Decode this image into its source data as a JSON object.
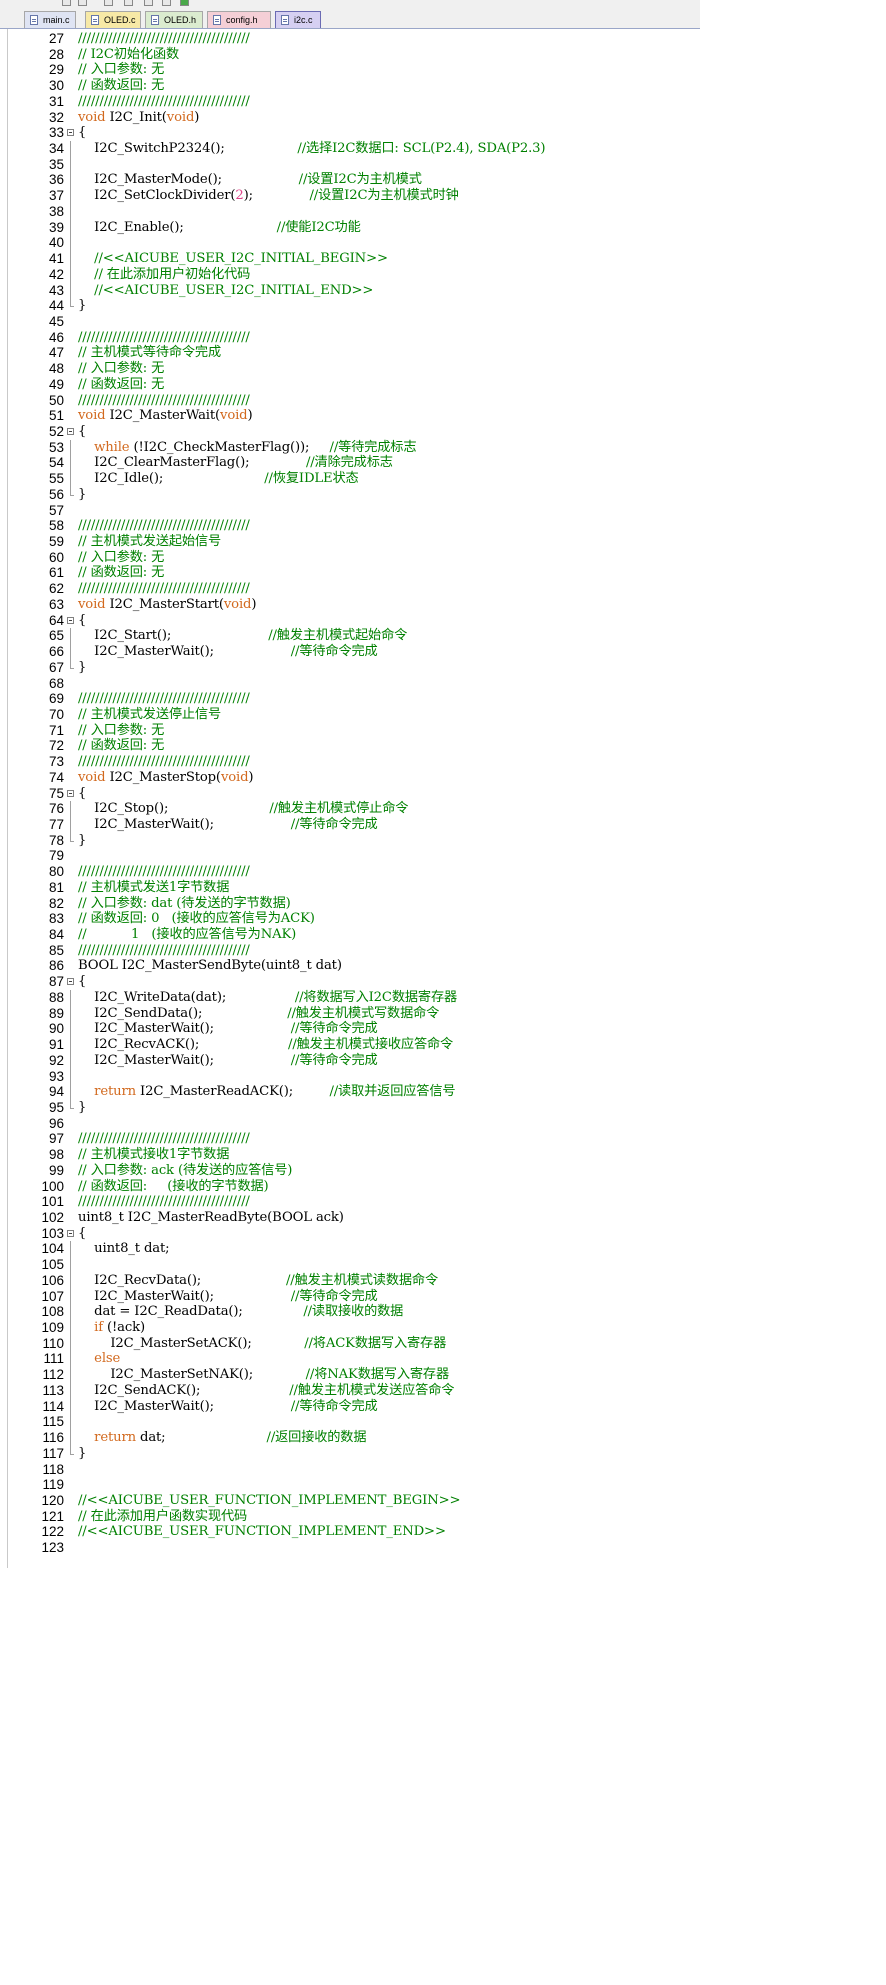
{
  "tabs": [
    {
      "label": "main.c"
    },
    {
      "label": "OLED.c"
    },
    {
      "label": "OLED.h"
    },
    {
      "label": "config.h"
    },
    {
      "label": "i2c.c"
    }
  ],
  "editor": {
    "active_file": "i2c.c",
    "colors": {
      "comment": "#008000",
      "keyword": "#d2691e",
      "number": "#e0458a",
      "text": "#000000"
    },
    "lines": [
      {
        "n": "27",
        "code": [
          {
            "t": "////////////////////////////////////////",
            "c": "cmt"
          }
        ]
      },
      {
        "n": "28",
        "code": [
          {
            "t": "// I2C初始化函数",
            "c": "cmt"
          }
        ]
      },
      {
        "n": "29",
        "code": [
          {
            "t": "// 入口参数: 无",
            "c": "cmt"
          }
        ]
      },
      {
        "n": "30",
        "code": [
          {
            "t": "// 函数返回: 无",
            "c": "cmt"
          }
        ]
      },
      {
        "n": "31",
        "code": [
          {
            "t": "////////////////////////////////////////",
            "c": "cmt"
          }
        ]
      },
      {
        "n": "32",
        "code": [
          {
            "t": "void",
            "c": "kw"
          },
          {
            "t": " I2C_Init("
          },
          {
            "t": "void",
            "c": "kw"
          },
          {
            "t": ")"
          }
        ]
      },
      {
        "n": "33",
        "fold": true,
        "code": [
          {
            "t": "{"
          }
        ]
      },
      {
        "n": "34",
        "bar": true,
        "code": [
          {
            "t": "    I2C_SwitchP2324();                  "
          },
          {
            "t": "//选择I2C数据口: SCL(P2.4), SDA(P2.3)",
            "c": "cmt"
          }
        ]
      },
      {
        "n": "35",
        "bar": true,
        "code": []
      },
      {
        "n": "36",
        "bar": true,
        "code": [
          {
            "t": "    I2C_MasterMode();                   "
          },
          {
            "t": "//设置I2C为主机模式",
            "c": "cmt"
          }
        ]
      },
      {
        "n": "37",
        "bar": true,
        "code": [
          {
            "t": "    I2C_SetClockDivider("
          },
          {
            "t": "2",
            "c": "num"
          },
          {
            "t": ");              "
          },
          {
            "t": "//设置I2C为主机模式时钟",
            "c": "cmt"
          }
        ]
      },
      {
        "n": "38",
        "bar": true,
        "code": []
      },
      {
        "n": "39",
        "bar": true,
        "code": [
          {
            "t": "    I2C_Enable();                       "
          },
          {
            "t": "//使能I2C功能",
            "c": "cmt"
          }
        ]
      },
      {
        "n": "40",
        "bar": true,
        "code": []
      },
      {
        "n": "41",
        "bar": true,
        "code": [
          {
            "t": "    //<<AICUBE_USER_I2C_INITIAL_BEGIN>>",
            "c": "cmt"
          }
        ]
      },
      {
        "n": "42",
        "bar": true,
        "code": [
          {
            "t": "    // 在此添加用户初始化代码",
            "c": "cmt"
          }
        ]
      },
      {
        "n": "43",
        "bar": true,
        "code": [
          {
            "t": "    //<<AICUBE_USER_I2C_INITIAL_END>>",
            "c": "cmt"
          }
        ]
      },
      {
        "n": "44",
        "end": true,
        "code": [
          {
            "t": "}"
          }
        ]
      },
      {
        "n": "45",
        "code": []
      },
      {
        "n": "46",
        "code": [
          {
            "t": "////////////////////////////////////////",
            "c": "cmt"
          }
        ]
      },
      {
        "n": "47",
        "code": [
          {
            "t": "// 主机模式等待命令完成",
            "c": "cmt"
          }
        ]
      },
      {
        "n": "48",
        "code": [
          {
            "t": "// 入口参数: 无",
            "c": "cmt"
          }
        ]
      },
      {
        "n": "49",
        "code": [
          {
            "t": "// 函数返回: 无",
            "c": "cmt"
          }
        ]
      },
      {
        "n": "50",
        "code": [
          {
            "t": "////////////////////////////////////////",
            "c": "cmt"
          }
        ]
      },
      {
        "n": "51",
        "code": [
          {
            "t": "void",
            "c": "kw"
          },
          {
            "t": " I2C_MasterWait("
          },
          {
            "t": "void",
            "c": "kw"
          },
          {
            "t": ")"
          }
        ]
      },
      {
        "n": "52",
        "fold": true,
        "code": [
          {
            "t": "{"
          }
        ]
      },
      {
        "n": "53",
        "bar": true,
        "code": [
          {
            "t": "    "
          },
          {
            "t": "while",
            "c": "kw"
          },
          {
            "t": " (!I2C_CheckMasterFlag());     "
          },
          {
            "t": "//等待完成标志",
            "c": "cmt"
          }
        ]
      },
      {
        "n": "54",
        "bar": true,
        "code": [
          {
            "t": "    I2C_ClearMasterFlag();              "
          },
          {
            "t": "//清除完成标志",
            "c": "cmt"
          }
        ]
      },
      {
        "n": "55",
        "bar": true,
        "code": [
          {
            "t": "    I2C_Idle();                         "
          },
          {
            "t": "//恢复IDLE状态",
            "c": "cmt"
          }
        ]
      },
      {
        "n": "56",
        "end": true,
        "code": [
          {
            "t": "}"
          }
        ]
      },
      {
        "n": "57",
        "code": []
      },
      {
        "n": "58",
        "code": [
          {
            "t": "////////////////////////////////////////",
            "c": "cmt"
          }
        ]
      },
      {
        "n": "59",
        "code": [
          {
            "t": "// 主机模式发送起始信号",
            "c": "cmt"
          }
        ]
      },
      {
        "n": "60",
        "code": [
          {
            "t": "// 入口参数: 无",
            "c": "cmt"
          }
        ]
      },
      {
        "n": "61",
        "code": [
          {
            "t": "// 函数返回: 无",
            "c": "cmt"
          }
        ]
      },
      {
        "n": "62",
        "code": [
          {
            "t": "////////////////////////////////////////",
            "c": "cmt"
          }
        ]
      },
      {
        "n": "63",
        "code": [
          {
            "t": "void",
            "c": "kw"
          },
          {
            "t": " I2C_MasterStart("
          },
          {
            "t": "void",
            "c": "kw"
          },
          {
            "t": ")"
          }
        ]
      },
      {
        "n": "64",
        "fold": true,
        "code": [
          {
            "t": "{"
          }
        ]
      },
      {
        "n": "65",
        "bar": true,
        "code": [
          {
            "t": "    I2C_Start();                        "
          },
          {
            "t": "//触发主机模式起始命令",
            "c": "cmt"
          }
        ]
      },
      {
        "n": "66",
        "bar": true,
        "code": [
          {
            "t": "    I2C_MasterWait();                   "
          },
          {
            "t": "//等待命令完成",
            "c": "cmt"
          }
        ]
      },
      {
        "n": "67",
        "end": true,
        "code": [
          {
            "t": "}"
          }
        ]
      },
      {
        "n": "68",
        "code": []
      },
      {
        "n": "69",
        "code": [
          {
            "t": "////////////////////////////////////////",
            "c": "cmt"
          }
        ]
      },
      {
        "n": "70",
        "code": [
          {
            "t": "// 主机模式发送停止信号",
            "c": "cmt"
          }
        ]
      },
      {
        "n": "71",
        "code": [
          {
            "t": "// 入口参数: 无",
            "c": "cmt"
          }
        ]
      },
      {
        "n": "72",
        "code": [
          {
            "t": "// 函数返回: 无",
            "c": "cmt"
          }
        ]
      },
      {
        "n": "73",
        "code": [
          {
            "t": "////////////////////////////////////////",
            "c": "cmt"
          }
        ]
      },
      {
        "n": "74",
        "code": [
          {
            "t": "void",
            "c": "kw"
          },
          {
            "t": " I2C_MasterStop("
          },
          {
            "t": "void",
            "c": "kw"
          },
          {
            "t": ")"
          }
        ]
      },
      {
        "n": "75",
        "fold": true,
        "code": [
          {
            "t": "{"
          }
        ]
      },
      {
        "n": "76",
        "bar": true,
        "code": [
          {
            "t": "    I2C_Stop();                         "
          },
          {
            "t": "//触发主机模式停止命令",
            "c": "cmt"
          }
        ]
      },
      {
        "n": "77",
        "bar": true,
        "code": [
          {
            "t": "    I2C_MasterWait();                   "
          },
          {
            "t": "//等待命令完成",
            "c": "cmt"
          }
        ]
      },
      {
        "n": "78",
        "end": true,
        "code": [
          {
            "t": "}"
          }
        ]
      },
      {
        "n": "79",
        "code": []
      },
      {
        "n": "80",
        "code": [
          {
            "t": "////////////////////////////////////////",
            "c": "cmt"
          }
        ]
      },
      {
        "n": "81",
        "code": [
          {
            "t": "// 主机模式发送1字节数据",
            "c": "cmt"
          }
        ]
      },
      {
        "n": "82",
        "code": [
          {
            "t": "// 入口参数: dat (待发送的字节数据)",
            "c": "cmt"
          }
        ]
      },
      {
        "n": "83",
        "code": [
          {
            "t": "// 函数返回: 0   (接收的应答信号为ACK)",
            "c": "cmt"
          }
        ]
      },
      {
        "n": "84",
        "code": [
          {
            "t": "//           1   (接收的应答信号为NAK)",
            "c": "cmt"
          }
        ]
      },
      {
        "n": "85",
        "code": [
          {
            "t": "////////////////////////////////////////",
            "c": "cmt"
          }
        ]
      },
      {
        "n": "86",
        "code": [
          {
            "t": "BOOL I2C_MasterSendByte(uint8_t dat)"
          }
        ]
      },
      {
        "n": "87",
        "fold": true,
        "code": [
          {
            "t": "{"
          }
        ]
      },
      {
        "n": "88",
        "bar": true,
        "code": [
          {
            "t": "    I2C_WriteData(dat);                 "
          },
          {
            "t": "//将数据写入I2C数据寄存器",
            "c": "cmt"
          }
        ]
      },
      {
        "n": "89",
        "bar": true,
        "code": [
          {
            "t": "    I2C_SendData();                     "
          },
          {
            "t": "//触发主机模式写数据命令",
            "c": "cmt"
          }
        ]
      },
      {
        "n": "90",
        "bar": true,
        "code": [
          {
            "t": "    I2C_MasterWait();                   "
          },
          {
            "t": "//等待命令完成",
            "c": "cmt"
          }
        ]
      },
      {
        "n": "91",
        "bar": true,
        "code": [
          {
            "t": "    I2C_RecvACK();                      "
          },
          {
            "t": "//触发主机模式接收应答命令",
            "c": "cmt"
          }
        ]
      },
      {
        "n": "92",
        "bar": true,
        "code": [
          {
            "t": "    I2C_MasterWait();                   "
          },
          {
            "t": "//等待命令完成",
            "c": "cmt"
          }
        ]
      },
      {
        "n": "93",
        "bar": true,
        "code": []
      },
      {
        "n": "94",
        "bar": true,
        "code": [
          {
            "t": "    "
          },
          {
            "t": "return",
            "c": "kw"
          },
          {
            "t": " I2C_MasterReadACK();         "
          },
          {
            "t": "//读取并返回应答信号",
            "c": "cmt"
          }
        ]
      },
      {
        "n": "95",
        "end": true,
        "code": [
          {
            "t": "}"
          }
        ]
      },
      {
        "n": "96",
        "code": []
      },
      {
        "n": "97",
        "code": [
          {
            "t": "////////////////////////////////////////",
            "c": "cmt"
          }
        ]
      },
      {
        "n": "98",
        "code": [
          {
            "t": "// 主机模式接收1字节数据",
            "c": "cmt"
          }
        ]
      },
      {
        "n": "99",
        "code": [
          {
            "t": "// 入口参数: ack (待发送的应答信号)",
            "c": "cmt"
          }
        ]
      },
      {
        "n": "100",
        "code": [
          {
            "t": "// 函数返回:     (接收的字节数据)",
            "c": "cmt"
          }
        ]
      },
      {
        "n": "101",
        "code": [
          {
            "t": "////////////////////////////////////////",
            "c": "cmt"
          }
        ]
      },
      {
        "n": "102",
        "code": [
          {
            "t": "uint8_t I2C_MasterReadByte(BOOL ack)"
          }
        ]
      },
      {
        "n": "103",
        "fold": true,
        "code": [
          {
            "t": "{"
          }
        ]
      },
      {
        "n": "104",
        "bar": true,
        "code": [
          {
            "t": "    uint8_t dat;"
          }
        ]
      },
      {
        "n": "105",
        "bar": true,
        "code": []
      },
      {
        "n": "106",
        "bar": true,
        "code": [
          {
            "t": "    I2C_RecvData();                     "
          },
          {
            "t": "//触发主机模式读数据命令",
            "c": "cmt"
          }
        ]
      },
      {
        "n": "107",
        "bar": true,
        "code": [
          {
            "t": "    I2C_MasterWait();                   "
          },
          {
            "t": "//等待命令完成",
            "c": "cmt"
          }
        ]
      },
      {
        "n": "108",
        "bar": true,
        "code": [
          {
            "t": "    dat = I2C_ReadData();               "
          },
          {
            "t": "//读取接收的数据",
            "c": "cmt"
          }
        ]
      },
      {
        "n": "109",
        "bar": true,
        "code": [
          {
            "t": "    "
          },
          {
            "t": "if",
            "c": "kw"
          },
          {
            "t": " (!ack)"
          }
        ]
      },
      {
        "n": "110",
        "bar": true,
        "code": [
          {
            "t": "        I2C_MasterSetACK();             "
          },
          {
            "t": "//将ACK数据写入寄存器",
            "c": "cmt"
          }
        ]
      },
      {
        "n": "111",
        "bar": true,
        "code": [
          {
            "t": "    "
          },
          {
            "t": "else",
            "c": "kw"
          }
        ]
      },
      {
        "n": "112",
        "bar": true,
        "code": [
          {
            "t": "        I2C_MasterSetNAK();             "
          },
          {
            "t": "//将NAK数据写入寄存器",
            "c": "cmt"
          }
        ]
      },
      {
        "n": "113",
        "bar": true,
        "code": [
          {
            "t": "    I2C_SendACK();                      "
          },
          {
            "t": "//触发主机模式发送应答命令",
            "c": "cmt"
          }
        ]
      },
      {
        "n": "114",
        "bar": true,
        "code": [
          {
            "t": "    I2C_MasterWait();                   "
          },
          {
            "t": "//等待命令完成",
            "c": "cmt"
          }
        ]
      },
      {
        "n": "115",
        "bar": true,
        "code": []
      },
      {
        "n": "116",
        "bar": true,
        "code": [
          {
            "t": "    "
          },
          {
            "t": "return",
            "c": "kw"
          },
          {
            "t": " dat;                         "
          },
          {
            "t": "//返回接收的数据",
            "c": "cmt"
          }
        ]
      },
      {
        "n": "117",
        "end": true,
        "code": [
          {
            "t": "}"
          }
        ]
      },
      {
        "n": "118",
        "code": []
      },
      {
        "n": "119",
        "code": []
      },
      {
        "n": "120",
        "code": [
          {
            "t": "//<<AICUBE_USER_FUNCTION_IMPLEMENT_BEGIN>>",
            "c": "cmt"
          }
        ]
      },
      {
        "n": "121",
        "code": [
          {
            "t": "// 在此添加用户函数实现代码",
            "c": "cmt"
          }
        ]
      },
      {
        "n": "122",
        "code": [
          {
            "t": "//<<AICUBE_USER_FUNCTION_IMPLEMENT_END>>",
            "c": "cmt"
          }
        ]
      },
      {
        "n": "123",
        "code": []
      }
    ]
  }
}
